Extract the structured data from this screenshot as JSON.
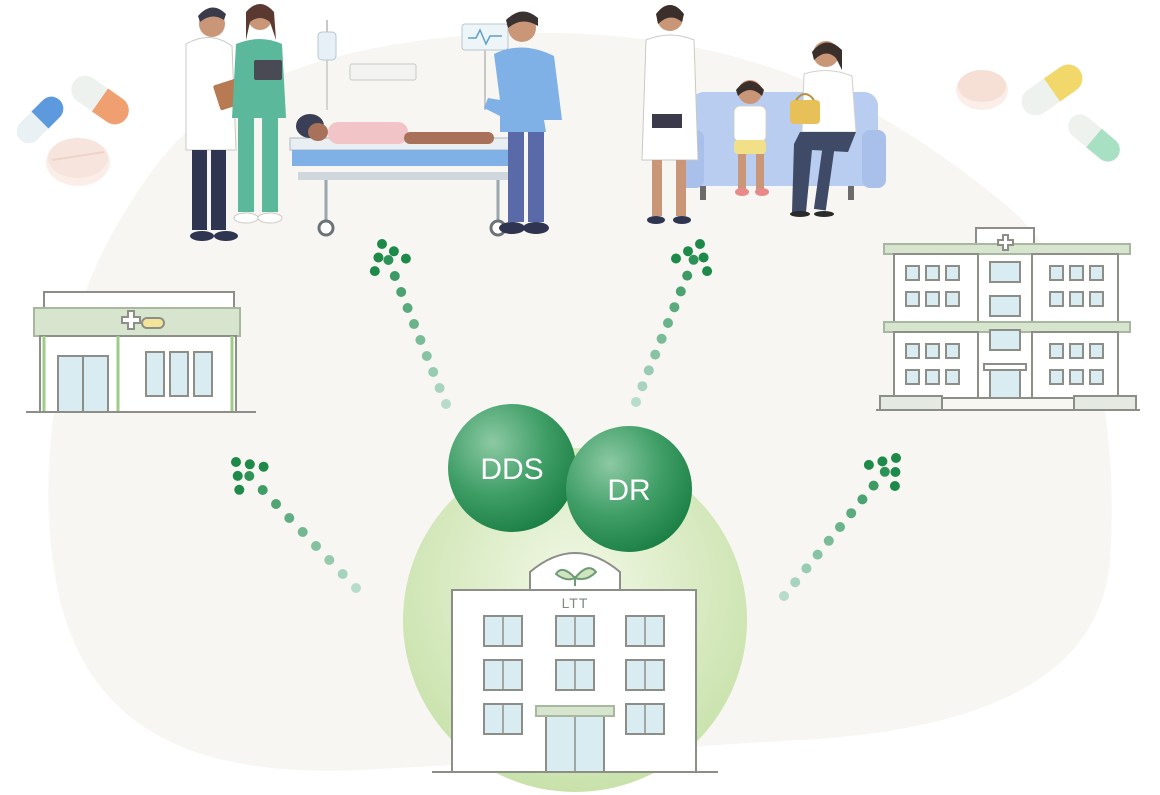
{
  "colors": {
    "blob": "#f7f6f2",
    "green_dark": "#1f8a4c",
    "green_light": "#c6e2a9",
    "dot_dark": "#1e8a4a",
    "dot_light": "#b7dccc",
    "outline": "#8e8e88",
    "glass": "#d9ecf1",
    "nurse": "#5cb89a",
    "sofa": "#b9cdf0"
  },
  "hub": {
    "label": "LTT",
    "icon": "sprout-icon"
  },
  "bubbles": [
    {
      "label": "DDS"
    },
    {
      "label": "DR"
    }
  ],
  "destinations": [
    {
      "icon": "pharmacy-icon"
    },
    {
      "icon": "ward-care-scene-icon"
    },
    {
      "icon": "patient-family-scene-icon"
    },
    {
      "icon": "hospital-icon"
    }
  ],
  "decorations": [
    {
      "icon": "pills-left-icon"
    },
    {
      "icon": "pills-right-icon"
    }
  ]
}
